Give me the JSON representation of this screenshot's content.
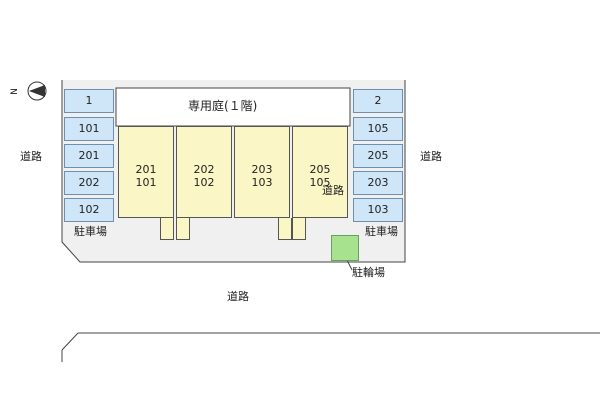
{
  "colors": {
    "parking": "#cfe6f8",
    "unit": "#fbf6c6",
    "bicycle": "#a7e38f",
    "outline": "#555555"
  },
  "compass": {
    "label": "N"
  },
  "garden_label": "専用庭(１階)",
  "road_left": "道路",
  "road_right": "道路",
  "road_bottom": "道路",
  "road_inner": "道路",
  "parking_left_label": "駐車場",
  "parking_right_label": "駐車場",
  "bicycle_label": "駐輪場",
  "parking_left": [
    "1",
    "101",
    "201",
    "202",
    "102"
  ],
  "parking_right": [
    "2",
    "105",
    "205",
    "203",
    "103"
  ],
  "units": [
    {
      "upper": "201",
      "lower": "101"
    },
    {
      "upper": "202",
      "lower": "102"
    },
    {
      "upper": "203",
      "lower": "103"
    },
    {
      "upper": "205",
      "lower": "105"
    }
  ]
}
